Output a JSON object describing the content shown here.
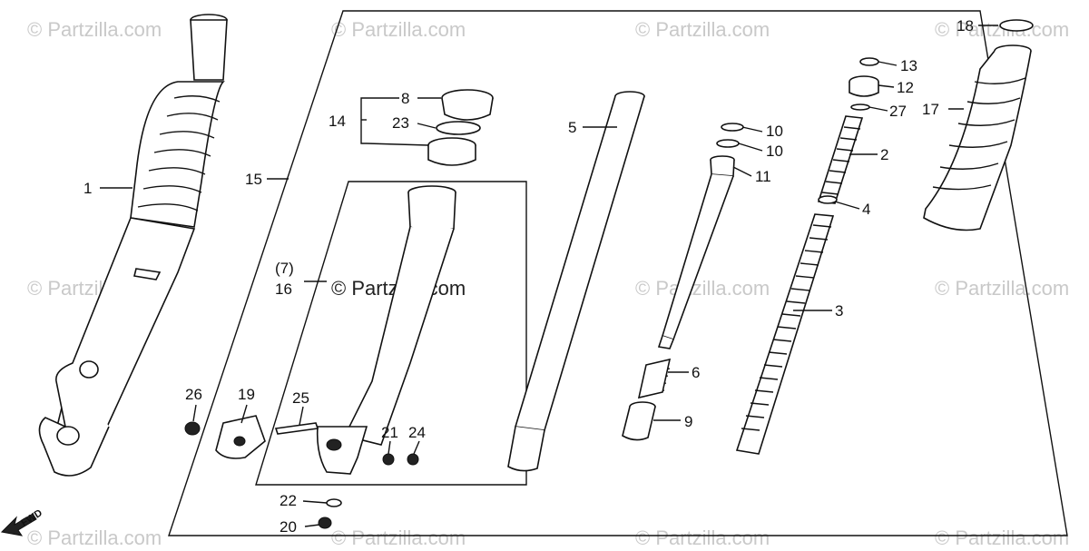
{
  "watermarks": {
    "corner": "© Partzilla.com",
    "center": "© Partzilla.com"
  },
  "direction_label": "FWD",
  "callouts": {
    "c1": "1",
    "c2": "2",
    "c3": "3",
    "c4": "4",
    "c5": "5",
    "c6": "6",
    "c7": "(7)",
    "c8": "8",
    "c9": "9",
    "c10a": "10",
    "c10b": "10",
    "c11": "11",
    "c12": "12",
    "c13": "13",
    "c14": "14",
    "c15": "15",
    "c16": "16",
    "c17": "17",
    "c18": "18",
    "c19": "19",
    "c20": "20",
    "c21": "21",
    "c22": "22",
    "c23": "23",
    "c24": "24",
    "c25": "25",
    "c26": "26",
    "c27": "27"
  },
  "colors": {
    "ink": "#111111",
    "watermark": "#c9c9c9",
    "background": "#ffffff"
  }
}
